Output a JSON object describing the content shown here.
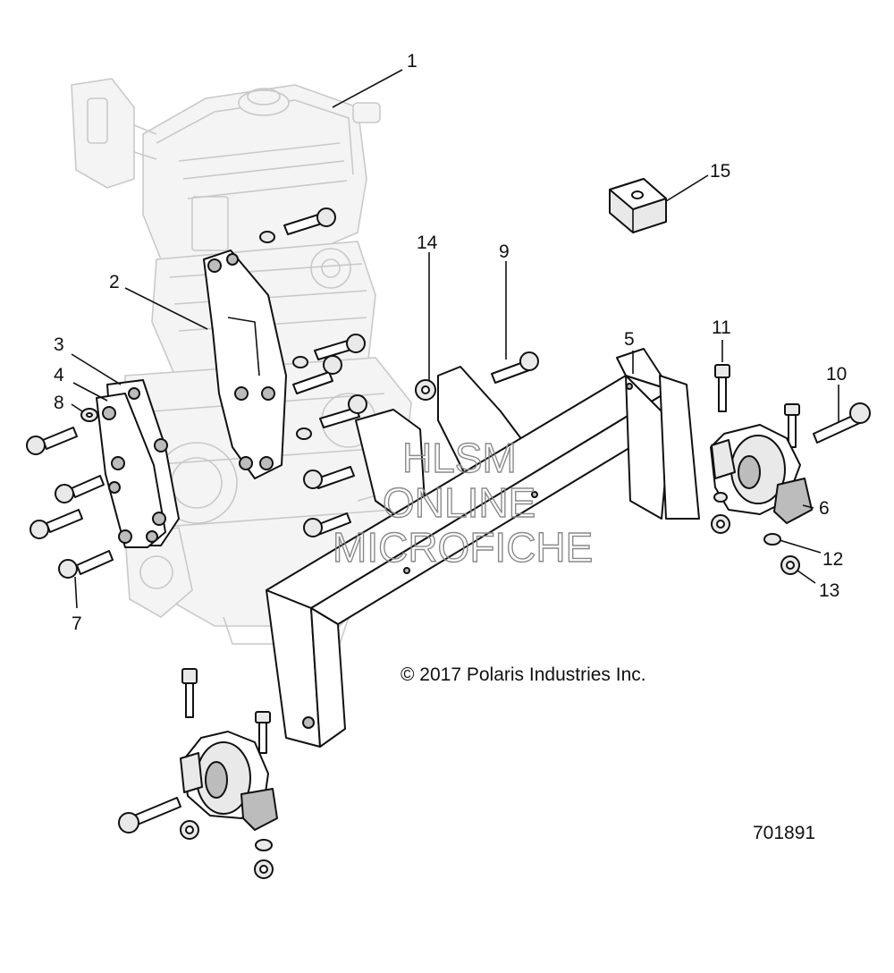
{
  "callouts": [
    "1",
    "2",
    "3",
    "4",
    "5",
    "6",
    "7",
    "8",
    "9",
    "10",
    "11",
    "12",
    "13",
    "14",
    "15"
  ],
  "watermark": {
    "line1": "HLSM",
    "line2": "ONLINE",
    "line3": "MICROFICHE"
  },
  "copyright": "© 2017 Polaris Industries Inc.",
  "figure_id": "701891"
}
